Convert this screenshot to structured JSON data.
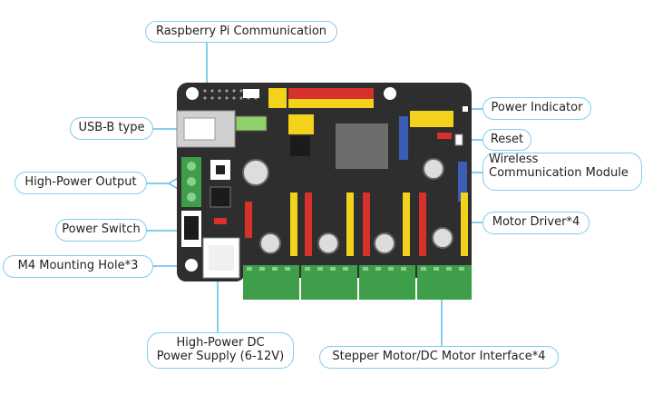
{
  "labels": {
    "raspberry_pi": "Raspberry Pi Communication",
    "usb_b": "USB-B type",
    "high_power_output": "High-Power Output",
    "power_switch": "Power Switch",
    "m4_hole": "M4 Mounting Hole*3",
    "power_indicator": "Power Indicator",
    "reset": "Reset",
    "wireless_line1": "Wireless",
    "wireless_line2": "Communication Module",
    "motor_driver": "Motor Driver*4",
    "dc_supply_line1": "High-Power DC",
    "dc_supply_line2": "Power Supply (6-12V)",
    "motor_interface": "Stepper Motor/DC Motor Interface*4"
  },
  "colors": {
    "label_border": "#7fcdf0",
    "leader_line": "#5bbde8",
    "board": "#2e2e2e",
    "terminal_green": "#3f9e4a",
    "header_yellow": "#f2d21b",
    "header_red": "#d6312b"
  }
}
